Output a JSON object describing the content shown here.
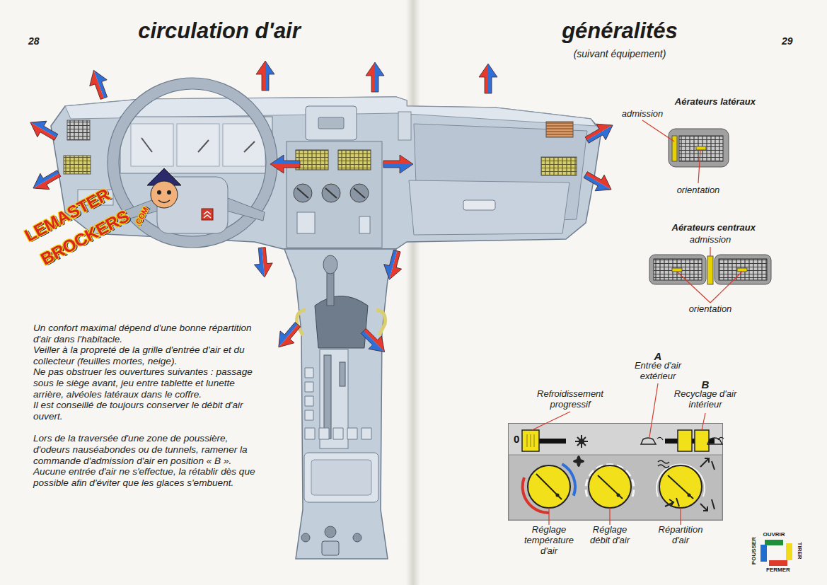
{
  "diagram": {
    "title": "circulation d'air",
    "nodes": [
      {
        "text": [
          "0"
        ]
      }
    ],
    "labels": [
      "28",
      "29",
      "généralités",
      "(suivant équipement)",
      "Un confort maximal dépend d'une bonne répartition d'air dans l'habitacle.",
      "Veiller à la propreté de la grille d'entrée d'air et du collecteur (feuilles mortes, neige).",
      "Ne pas obstruer les ouvertures suivantes : passage sous le siège avant, jeu entre tablette et lunette arrière, alvéoles latéraux dans le coffre.",
      "Il est conseillé de toujours conserver le débit d'air ouvert.",
      "Lors de la traversée d'une zone de poussière, d'odeurs nauséabondes ou de tunnels, ramener la commande d'admission d'air en position « B ».",
      "Aucune entrée d'air ne s'effectue, la rétablir dès que possible afin d'éviter que les glaces s'embuent.",
      "Aérateurs latéraux",
      "admission",
      "orientation",
      "Aérateurs centraux",
      "admission",
      "orientation",
      "A",
      "Entrée d'air extérieur",
      "B",
      "Recyclage d'air intérieur",
      "Refroidissement progressif",
      "Réglage température d'air",
      "Réglage débit d'air",
      "Répartition d'air",
      "LEMASTER",
      "BROCKERS",
      ".COM"
    ],
    "legend": [
      {
        "text": "OUVRIR",
        "color": "#1f8f3a"
      },
      {
        "text": "TIRER",
        "color": "#f2dc1a"
      },
      {
        "text": "FERMER",
        "color": "#e03a2a"
      },
      {
        "text": "POUSSER",
        "color": "#1f6fd1"
      }
    ]
  }
}
